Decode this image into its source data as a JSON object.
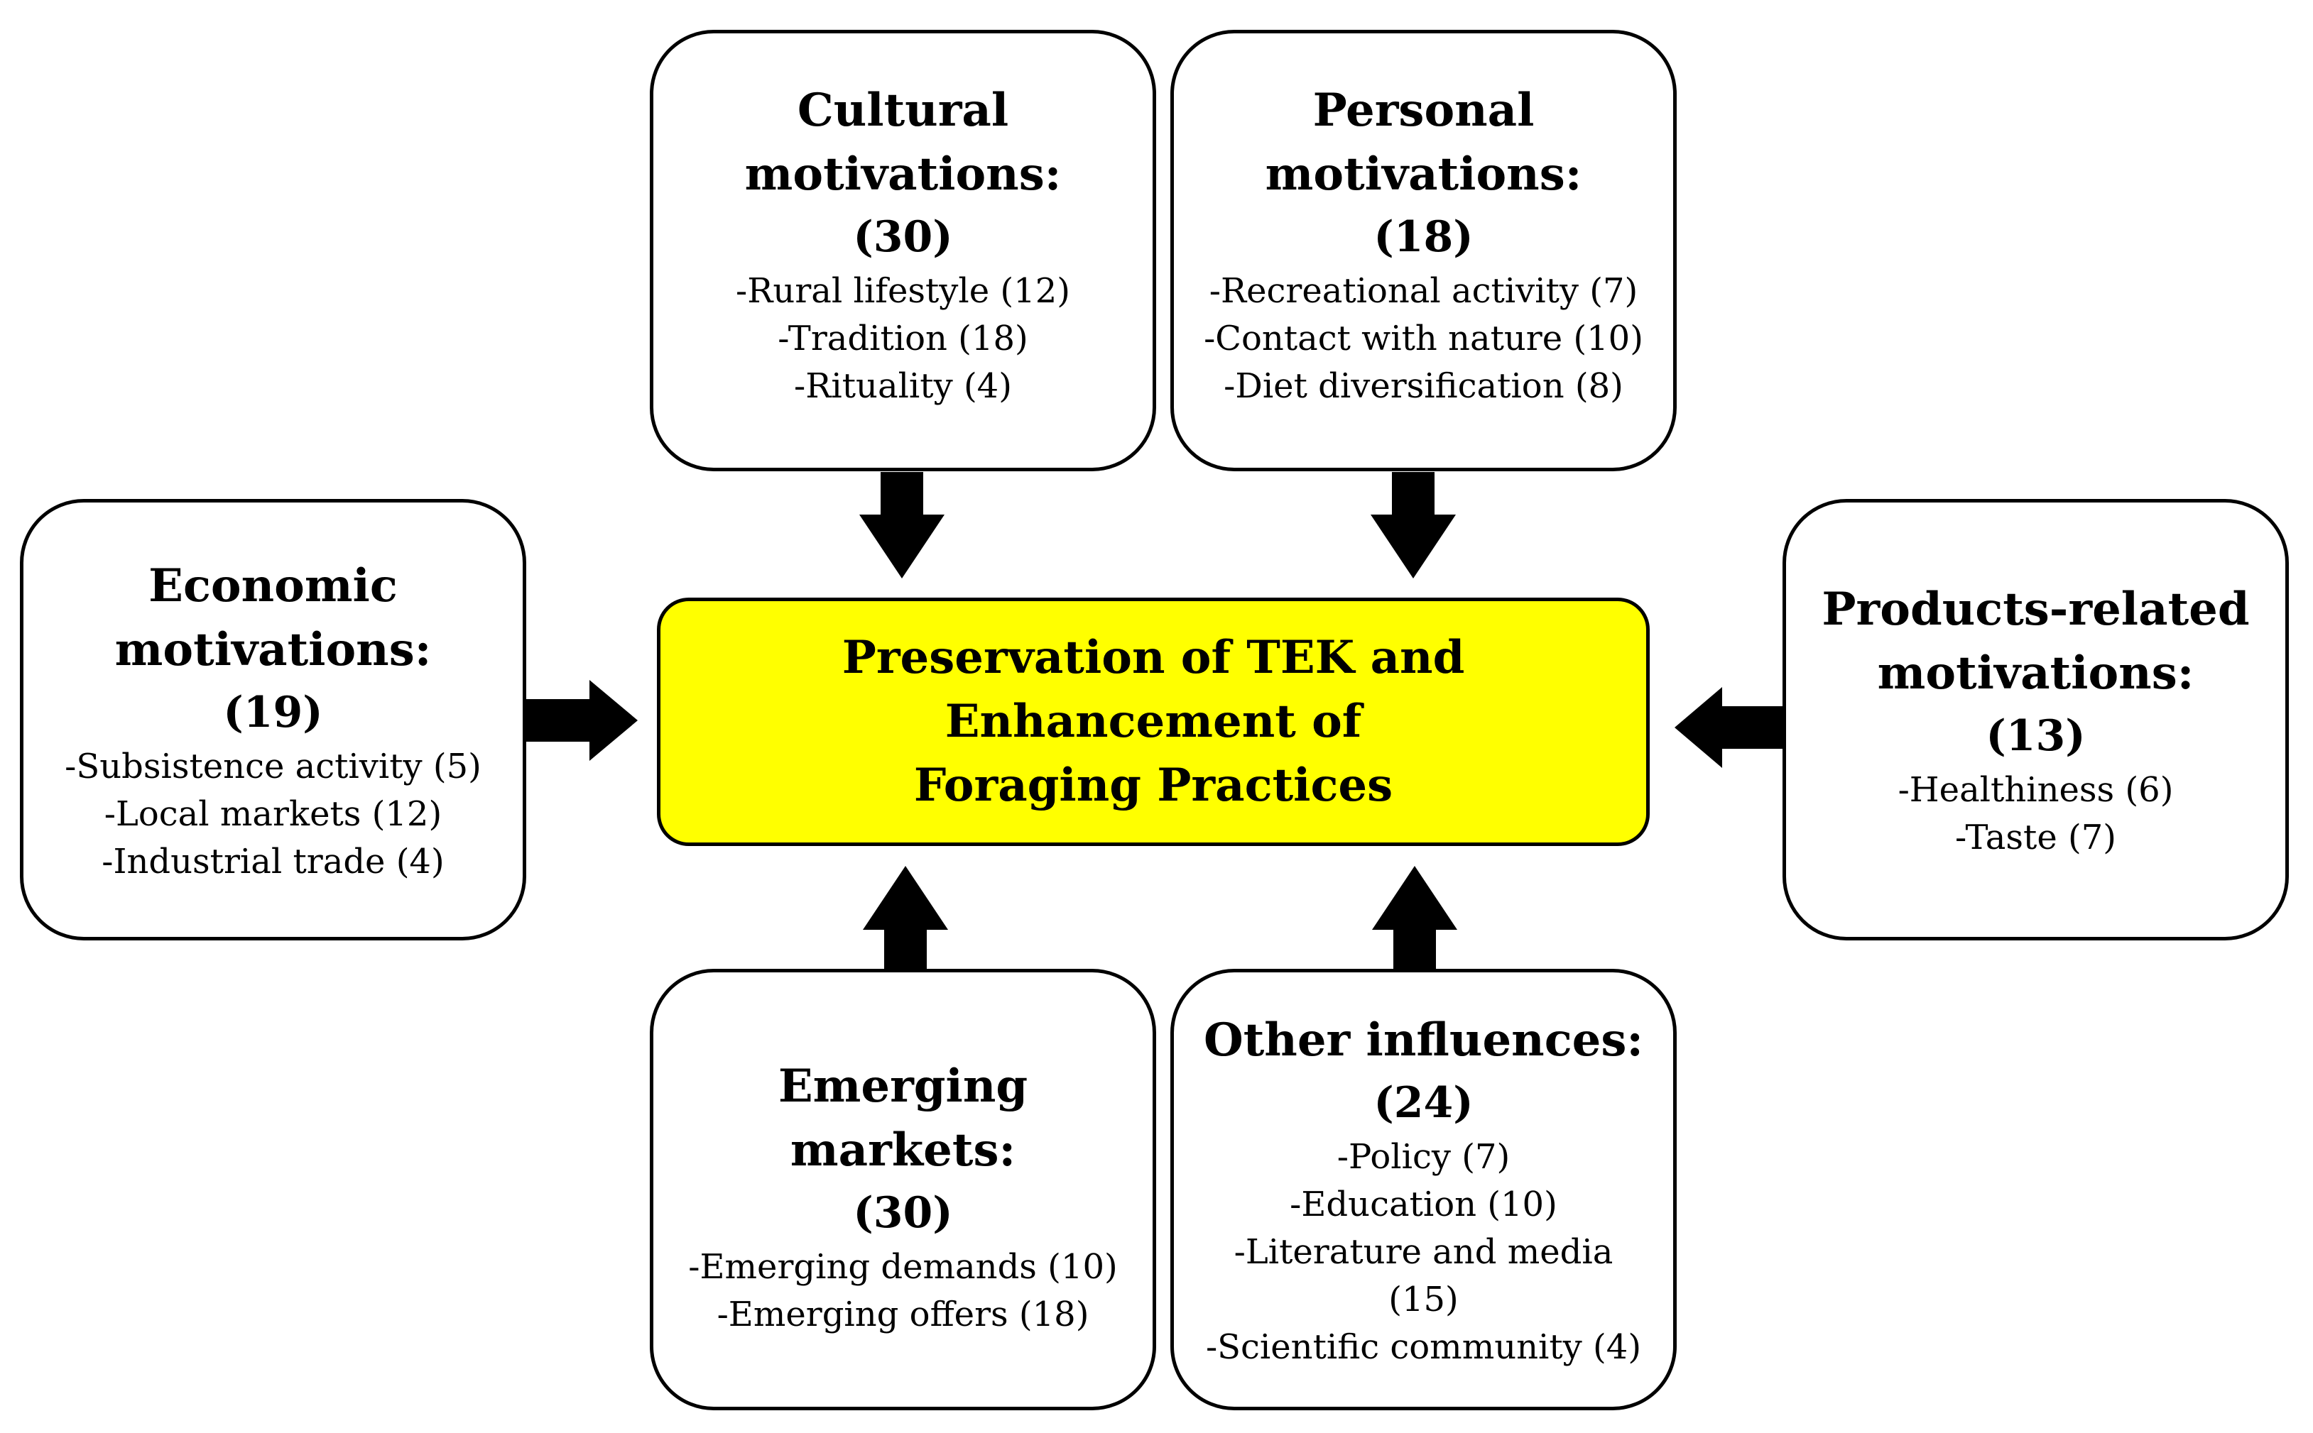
{
  "center": {
    "title": "Preservation of TEK and Enhancement of\nForaging Practices",
    "fill_color": "#ffff00"
  },
  "boxes": {
    "cultural": {
      "title": "Cultural\nmotivations:",
      "count": "(30)",
      "items": [
        "-Rural lifestyle (12)",
        "-Tradition (18)",
        "-Rituality (4)"
      ]
    },
    "personal": {
      "title": "Personal\nmotivations:",
      "count": "(18)",
      "items": [
        "-Recreational activity (7)",
        "-Contact with nature (10)",
        "-Diet diversification (8)"
      ]
    },
    "economic": {
      "title": "Economic\nmotivations:",
      "count": "(19)",
      "items": [
        "-Subsistence activity (5)",
        "-Local markets (12)",
        "-Industrial trade (4)"
      ]
    },
    "products": {
      "title": "Products-related\nmotivations:",
      "count": "(13)",
      "items": [
        "-Healthiness (6)",
        "-Taste (7)"
      ]
    },
    "emerging": {
      "title": "Emerging\nmarkets:",
      "count": "(30)",
      "items": [
        "-Emerging demands (10)",
        "-Emerging offers (18)"
      ]
    },
    "other": {
      "title": "Other influences:",
      "count": "(24)",
      "items": [
        "-Policy (7)",
        "-Education (10)",
        "-Literature and media\n(15)",
        "-Scientific community (4)"
      ]
    }
  }
}
